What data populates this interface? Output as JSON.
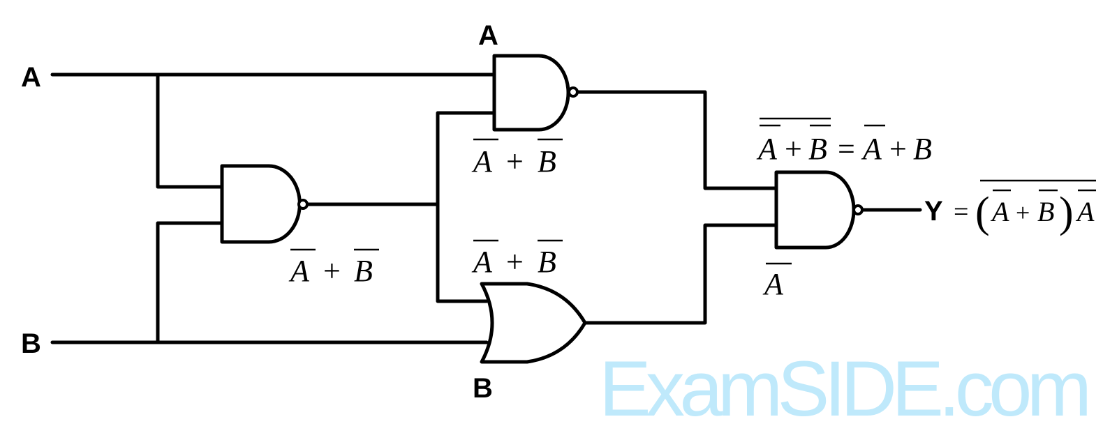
{
  "watermark": "ExamSIDE.com",
  "labels": {
    "input_a": "A",
    "input_b": "B",
    "nand2_input_a": "A",
    "or_input_b": "B",
    "output_y": "Y"
  },
  "expressions": {
    "nand1_output": {
      "t1": "A",
      "op": "+",
      "t2": "B"
    },
    "nand2_input": {
      "t1": "A",
      "op": "+",
      "t2": "B"
    },
    "or_input": {
      "t1": "A",
      "op": "+",
      "t2": "B"
    },
    "identity": {
      "t1": "A",
      "op": "+",
      "t2": "B",
      "eq": "=",
      "r1": "A",
      "rop": "+",
      "r2": "B"
    },
    "nand3_bottom_input": "A",
    "y_expression": {
      "eq": "=",
      "lparen": "(",
      "t1": "A",
      "op": "+",
      "t2": "B",
      "rparen": ")",
      "tail": "A"
    }
  }
}
